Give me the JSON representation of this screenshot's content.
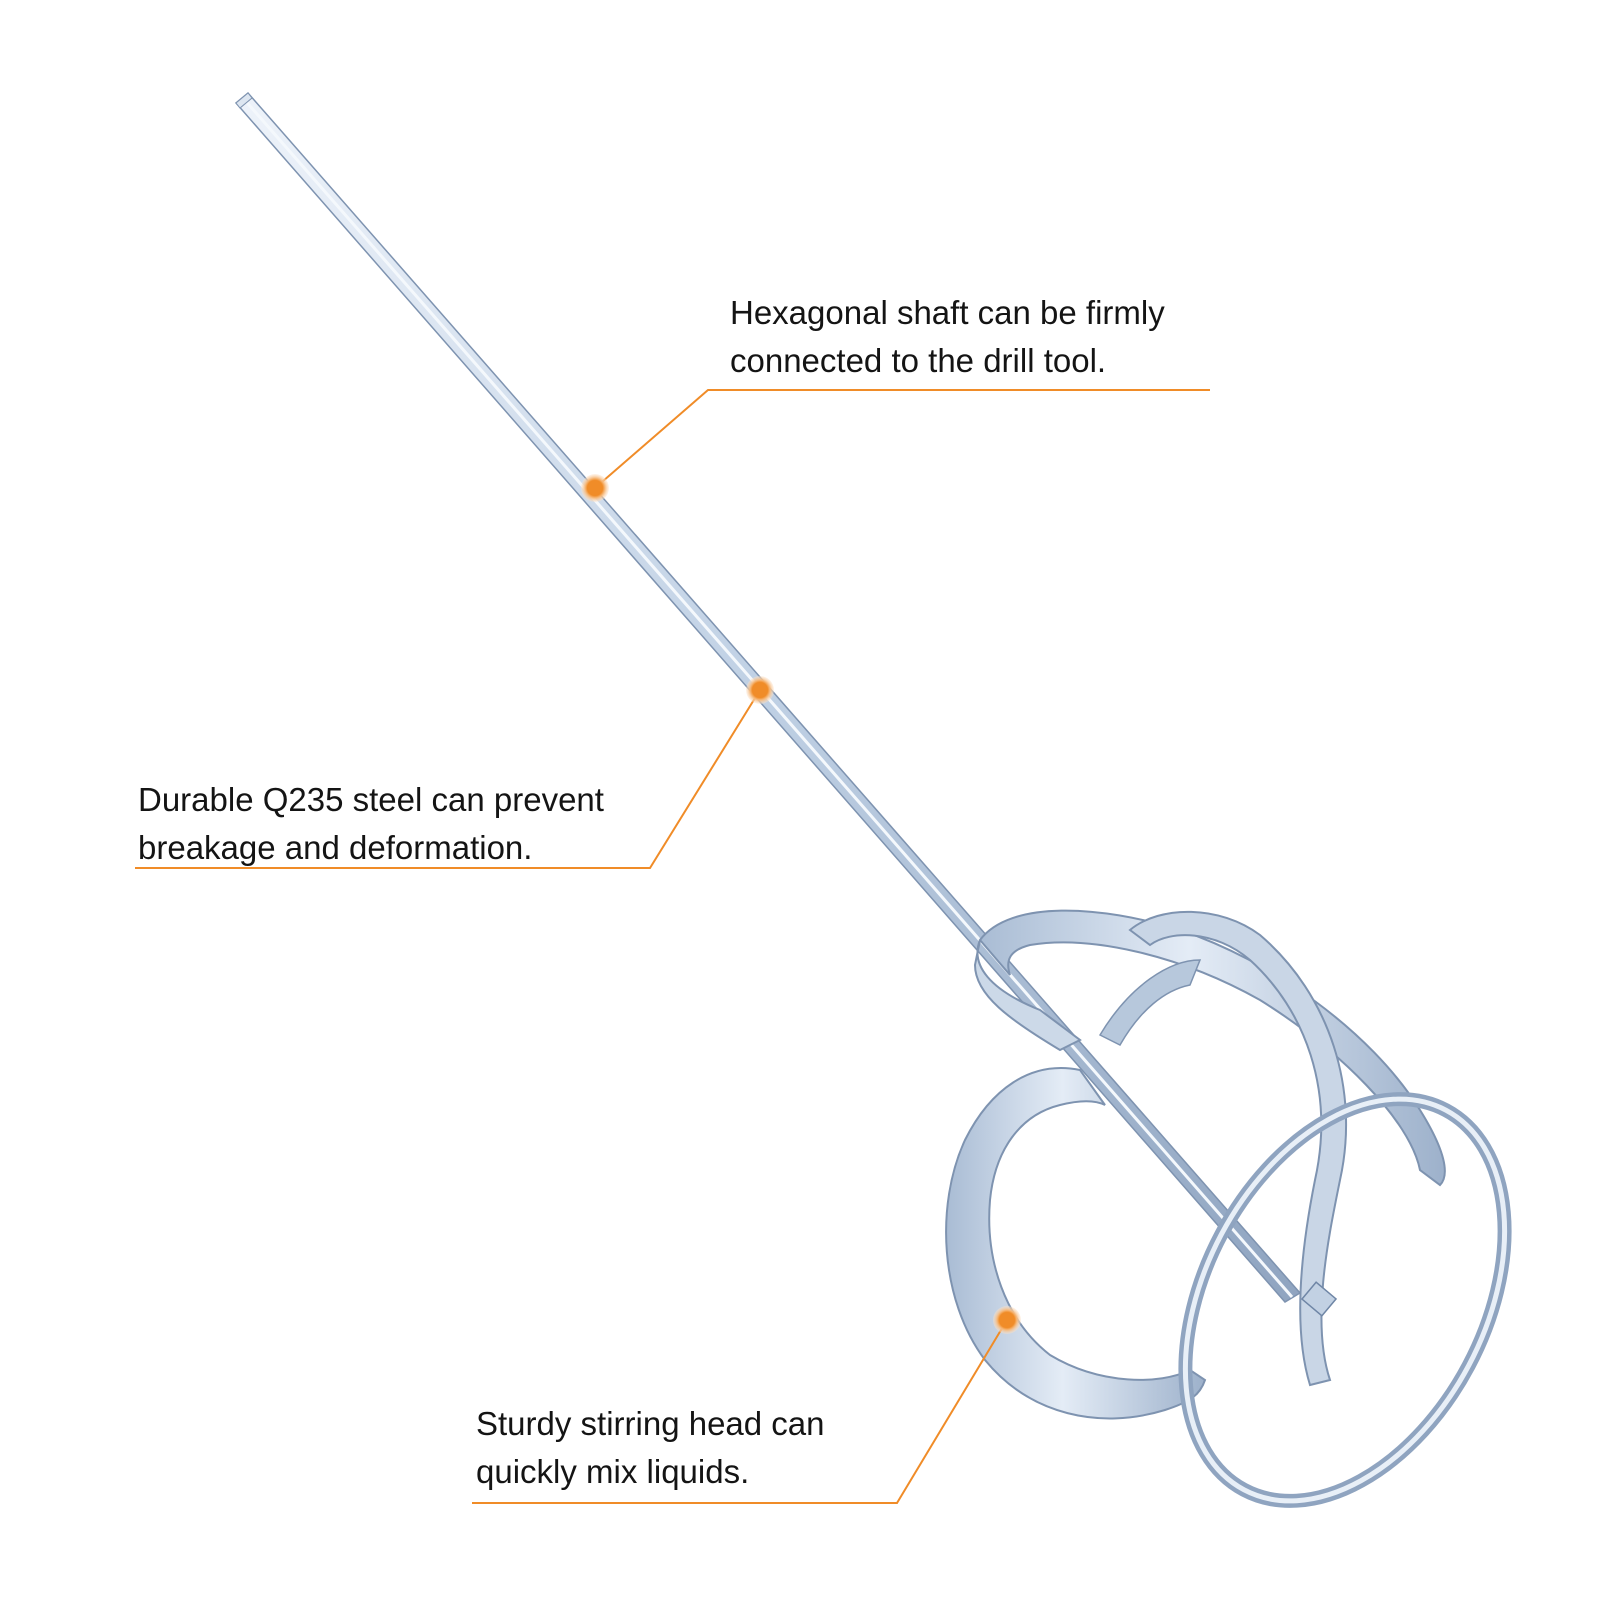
{
  "colors": {
    "accent": "#F08C28",
    "accent_glow": "#F8C99A",
    "steel_light": "#E6EEF7",
    "steel_mid": "#B9C9DD",
    "steel_dark": "#7E93B0",
    "text": "#141414",
    "background": "#FFFFFF"
  },
  "product": {
    "name_icon": "paint-mixer-paddle-icon"
  },
  "callouts": [
    {
      "id": "shaft",
      "lines": [
        "Hexagonal shaft can be firmly",
        "connected to the drill tool."
      ]
    },
    {
      "id": "steel",
      "lines": [
        "Durable Q235 steel can prevent",
        "breakage and deformation."
      ]
    },
    {
      "id": "head",
      "lines": [
        "Sturdy stirring head can",
        "quickly mix liquids."
      ]
    }
  ]
}
